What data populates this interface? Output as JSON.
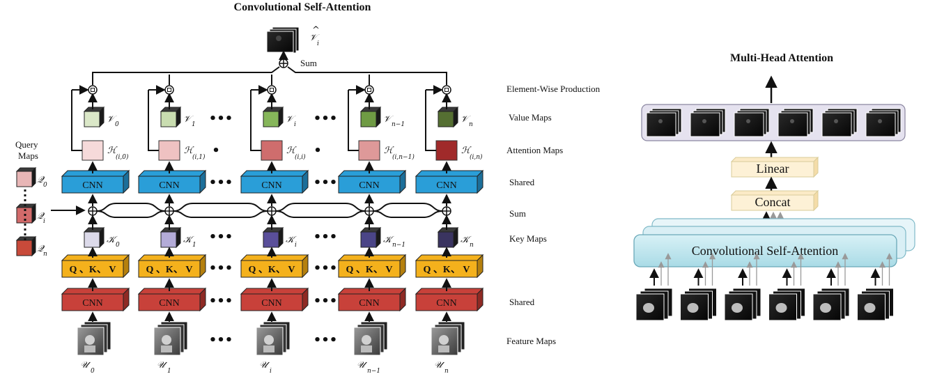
{
  "left": {
    "title": "Convolutional Self-Attention",
    "output_symbol": "𝒱",
    "output_hat": "^",
    "output_sub": "i",
    "sum_label": "Sum",
    "query_label": [
      "Query",
      "Maps"
    ],
    "query_symbol": "𝒬",
    "query_subs": [
      "0",
      "i",
      "n"
    ],
    "value_symbol": "𝒱",
    "attention_symbol": "ℋ",
    "key_symbol": "𝒦",
    "feature_symbol": "𝒰",
    "cnn_label": "CNN",
    "qkv_label": "Q 、K、 V",
    "dots": "•••",
    "columns": [
      {
        "sub": "0",
        "att_sub": "(i,0)"
      },
      {
        "sub": "1",
        "att_sub": "(i,1)"
      },
      {
        "sub": "i",
        "att_sub": "(i,i)"
      },
      {
        "sub": "n−1",
        "att_sub": "(i,n−1)"
      },
      {
        "sub": "n",
        "att_sub": "(i,n)"
      }
    ],
    "value_colors": [
      "#dbe8c8",
      "#c9ddb0",
      "#86b65a",
      "#6f9b44",
      "#556f32"
    ],
    "attention_colors": [
      "#f6dada",
      "#efc2c2",
      "#cf6d6d",
      "#de9999",
      "#a02a2a"
    ],
    "key_colors": [
      "#dcdaea",
      "#b4acd8",
      "#5a4f9a",
      "#4b4587",
      "#3a3460"
    ],
    "query_colors": [
      "#e8b6b6",
      "#d26a6a",
      "#c84a3a"
    ],
    "cnn_top_color": "#2a9ed8",
    "qkv_color": "#f4b11c",
    "cnn_bottom_color": "#c8413a"
  },
  "row_labels": {
    "element_wise": "Element-Wise Production",
    "value_maps": "Value Maps",
    "attention_maps": "Attention Maps",
    "shared_top": "Shared",
    "sum": "Sum",
    "key_maps": "Key Maps",
    "shared_bottom": "Shared",
    "feature_maps": "Feature Maps"
  },
  "right": {
    "title": "Multi-Head Attention",
    "linear": "Linear",
    "concat": "Concat",
    "csa": "Convolutional Self-Attention",
    "output_count": 6,
    "input_count": 6
  }
}
